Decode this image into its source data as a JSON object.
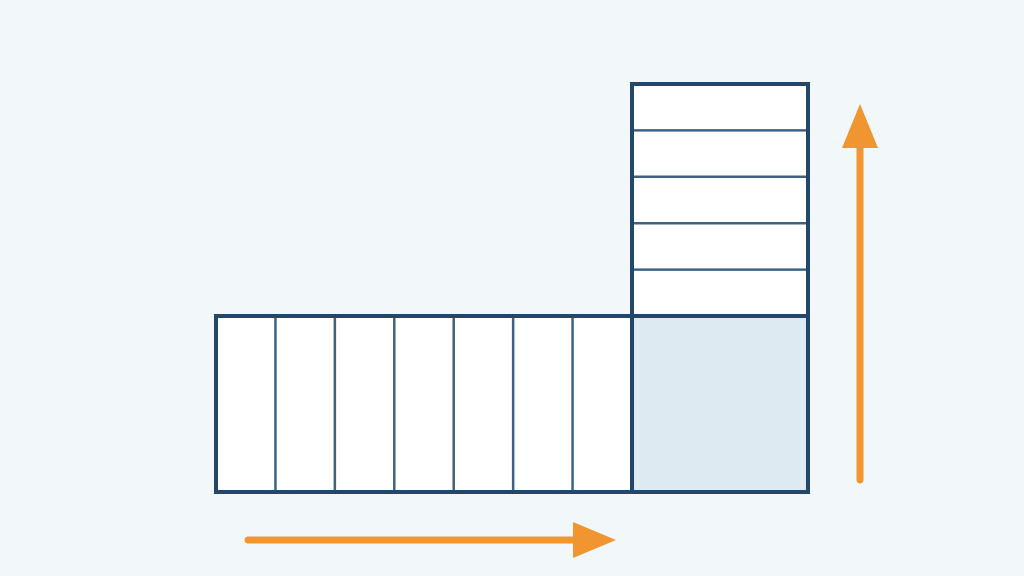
{
  "colors": {
    "background": "#f2f7f9",
    "outline": "#22476a",
    "divider": "#3f6282",
    "cell_fill": "#ffffff",
    "corner_fill": "#deeaf2",
    "arrow": "#f0952f"
  },
  "diagram": {
    "horizontal_strip_cells": 7,
    "vertical_strip_cells": 5,
    "corner_square_shaded": true,
    "arrows": [
      {
        "name": "horizontal-arrow",
        "direction": "right"
      },
      {
        "name": "vertical-arrow",
        "direction": "up"
      }
    ]
  }
}
